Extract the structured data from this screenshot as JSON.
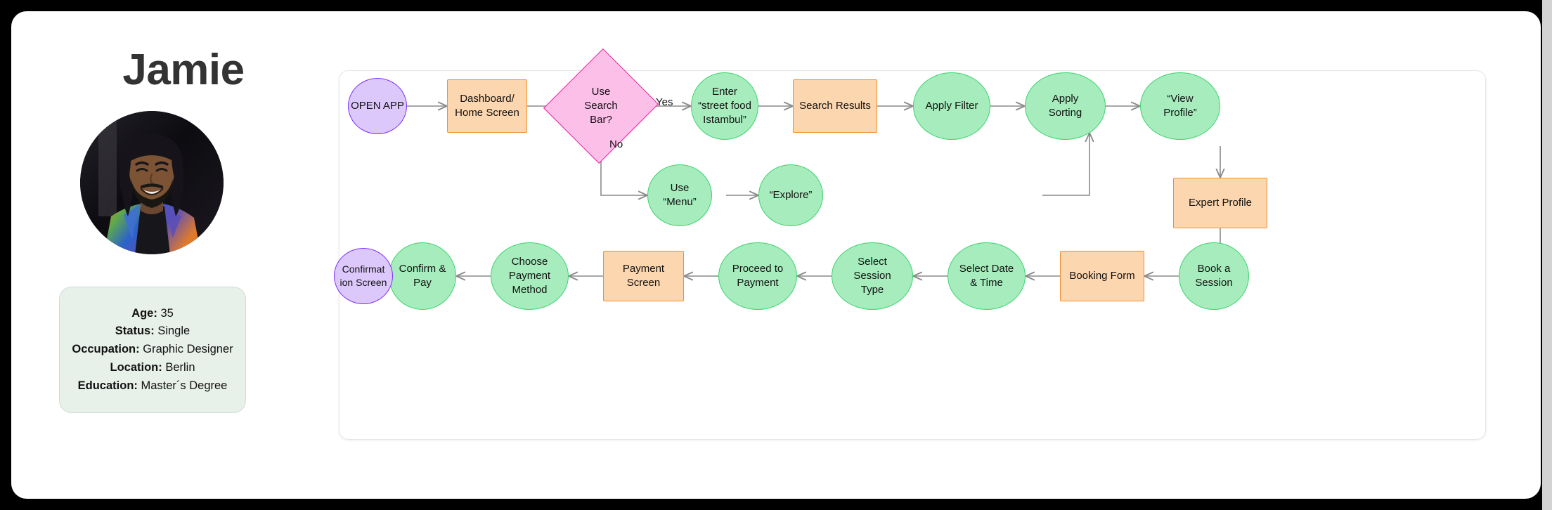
{
  "persona": {
    "name": "Jamie",
    "avatar_icon": "user-portrait-photo",
    "details": [
      {
        "key": "Age:",
        "value": "35"
      },
      {
        "key": "Status:",
        "value": "Single"
      },
      {
        "key": "Occupation:",
        "value": "Graphic Designer"
      },
      {
        "key": "Location:",
        "value": "Berlin"
      },
      {
        "key": "Education:",
        "value": "Master´s Degree"
      }
    ]
  },
  "colors": {
    "green_fill": "#a6ecbc",
    "green_stroke": "#3bd46e",
    "purple_fill": "#ddc8fb",
    "purple_stroke": "#7b2ff7",
    "orange_fill": "#fcd6ae",
    "orange_stroke": "#f18f2c",
    "pink_fill": "#fbbfe8",
    "pink_stroke": "#ea1fa5",
    "connector": "#8a8a8a",
    "card_bg": "#e8f0ea",
    "frame": "#000000"
  },
  "flow": {
    "nodes": [
      {
        "id": "open-app",
        "label": "OPEN APP",
        "shape": "circle",
        "color": "purple"
      },
      {
        "id": "dashboard",
        "label": "Dashboard/\nHome Screen",
        "shape": "rect",
        "color": "orange"
      },
      {
        "id": "use-search-bar",
        "label": "Use\nSearch\nBar?",
        "shape": "diamond",
        "color": "pink"
      },
      {
        "id": "enter-query",
        "label": "Enter\n“street food\nIstambul”",
        "shape": "circle",
        "color": "green"
      },
      {
        "id": "search-results",
        "label": "Search Results",
        "shape": "rect",
        "color": "orange"
      },
      {
        "id": "apply-filter",
        "label": "Apply Filter",
        "shape": "circle",
        "color": "green"
      },
      {
        "id": "apply-sorting",
        "label": "Apply\nSorting",
        "shape": "circle",
        "color": "green"
      },
      {
        "id": "view-profile",
        "label": "“View\nProfile”",
        "shape": "circle",
        "color": "green"
      },
      {
        "id": "use-menu",
        "label": "Use\n“Menu”",
        "shape": "circle",
        "color": "green"
      },
      {
        "id": "explore",
        "label": "“Explore”",
        "shape": "circle",
        "color": "green"
      },
      {
        "id": "expert-profile",
        "label": "Expert Profile",
        "shape": "rect",
        "color": "orange"
      },
      {
        "id": "book-a-session",
        "label": "Book a\nSession",
        "shape": "circle",
        "color": "green"
      },
      {
        "id": "booking-form",
        "label": "Booking Form",
        "shape": "rect",
        "color": "orange"
      },
      {
        "id": "select-date-time",
        "label": "Select Date\n& Time",
        "shape": "circle",
        "color": "green"
      },
      {
        "id": "select-session-type",
        "label": "Select\nSession\nType",
        "shape": "circle",
        "color": "green"
      },
      {
        "id": "proceed-to-payment",
        "label": "Proceed to\nPayment",
        "shape": "circle",
        "color": "green"
      },
      {
        "id": "payment-screen",
        "label": "Payment\nScreen",
        "shape": "rect",
        "color": "orange"
      },
      {
        "id": "choose-payment",
        "label": "Choose\nPayment\nMethod",
        "shape": "circle",
        "color": "green"
      },
      {
        "id": "confirm-and-pay",
        "label": "Confirm &\nPay",
        "shape": "circle",
        "color": "green"
      },
      {
        "id": "confirmation-screen",
        "label": "Confirmat\nion Screen",
        "shape": "circle",
        "color": "purple"
      }
    ],
    "edge_labels": [
      {
        "id": "yes-label",
        "text": "Yes"
      },
      {
        "id": "no-label",
        "text": "No"
      }
    ]
  }
}
